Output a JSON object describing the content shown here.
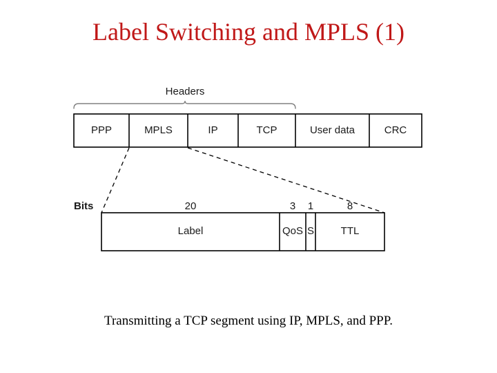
{
  "slide": {
    "title": "Label Switching and MPLS (1)",
    "title_color": "#c01818",
    "caption": "Transmitting a TCP segment using IP, MPLS, and PPP.",
    "background": "#ffffff"
  },
  "diagram": {
    "brace_label": "Headers",
    "side_label": "Bits",
    "frame_fields": [
      {
        "label": "PPP"
      },
      {
        "label": "MPLS"
      },
      {
        "label": "IP"
      },
      {
        "label": "TCP"
      },
      {
        "label": "User data"
      },
      {
        "label": "CRC"
      }
    ],
    "mpls_header_fields": [
      {
        "label": "Label",
        "bits": "20"
      },
      {
        "label": "QoS",
        "bits": "3"
      },
      {
        "label": "S",
        "bits": "1"
      },
      {
        "label": "TTL",
        "bits": "8"
      }
    ],
    "line_color": "#000000",
    "brace_color": "#808080",
    "callout_style": "dashed"
  }
}
